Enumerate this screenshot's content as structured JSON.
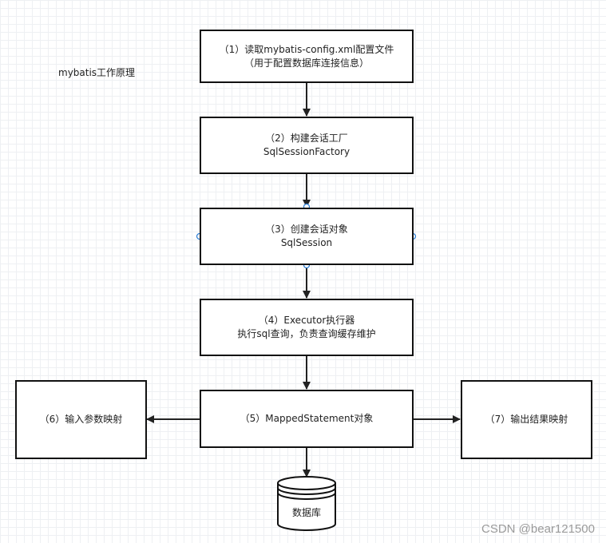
{
  "diagram_title": "mybatis工作原理",
  "nodes": {
    "read_config": {
      "line1": "（1）读取mybatis-config.xml配置文件",
      "line2": "（用于配置数据库连接信息）"
    },
    "build_factory": {
      "line1": "（2）构建会话工厂",
      "line2": "SqlSessionFactory"
    },
    "create_session": {
      "line1": "（3）创建会话对象",
      "line2": "SqlSession"
    },
    "executor": {
      "line1": "（4）Executor执行器",
      "line2": "执行sql查询，负责查询缓存维护"
    },
    "mapped_statement": {
      "line1": "（5）MappedStatement对象"
    },
    "input_mapping": {
      "line1": "（6）输入参数映射"
    },
    "output_mapping": {
      "line1": "（7）输出结果映射"
    },
    "database": {
      "label": "数据库"
    }
  },
  "watermark": "CSDN @bear121500"
}
